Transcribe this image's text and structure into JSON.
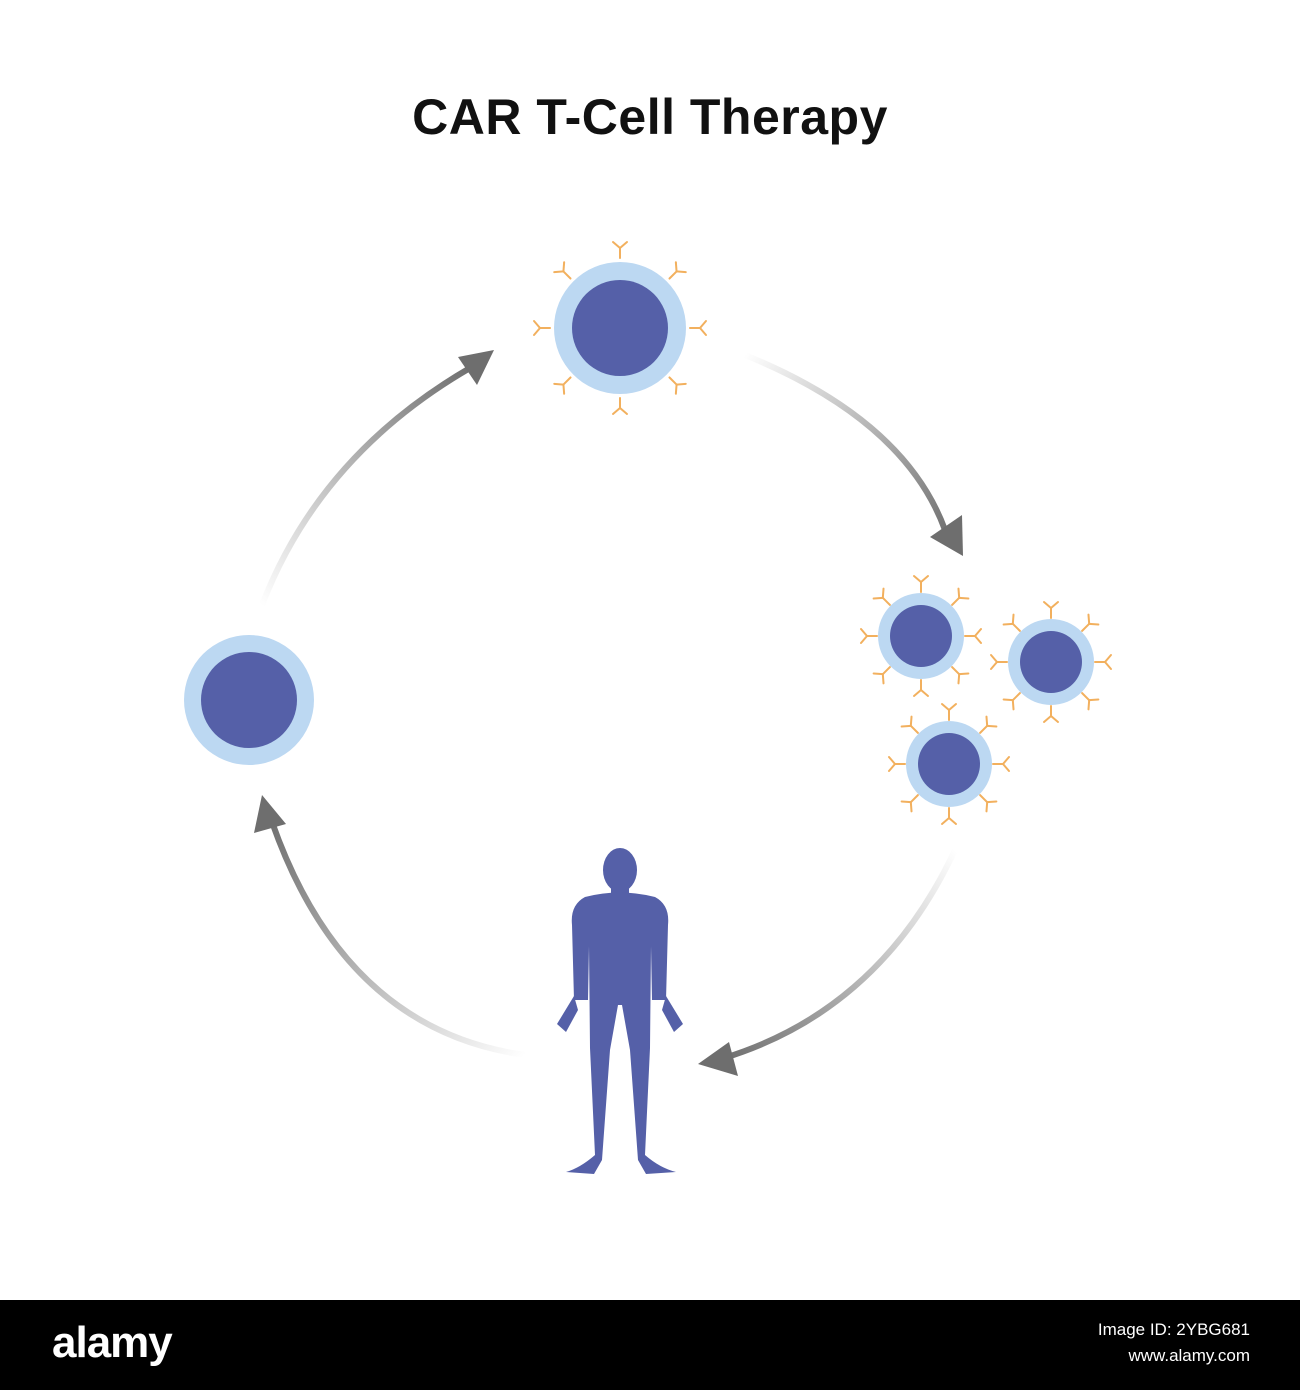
{
  "title": "CAR T-Cell Therapy",
  "colors": {
    "nucleus": "#5560a8",
    "membrane": "#bcd8f2",
    "receptor": "#f2b05e",
    "human": "#5560a8",
    "arrow": "#6e6e6e",
    "footer": "#000000"
  },
  "icons": {
    "human": "human-silhouette-icon",
    "cell": "t-cell-icon",
    "car_cell": "car-t-cell-icon"
  },
  "footer": {
    "brand": "alamy",
    "image_id": "Image ID: 2YBG681",
    "domain": "www.alamy.com"
  }
}
